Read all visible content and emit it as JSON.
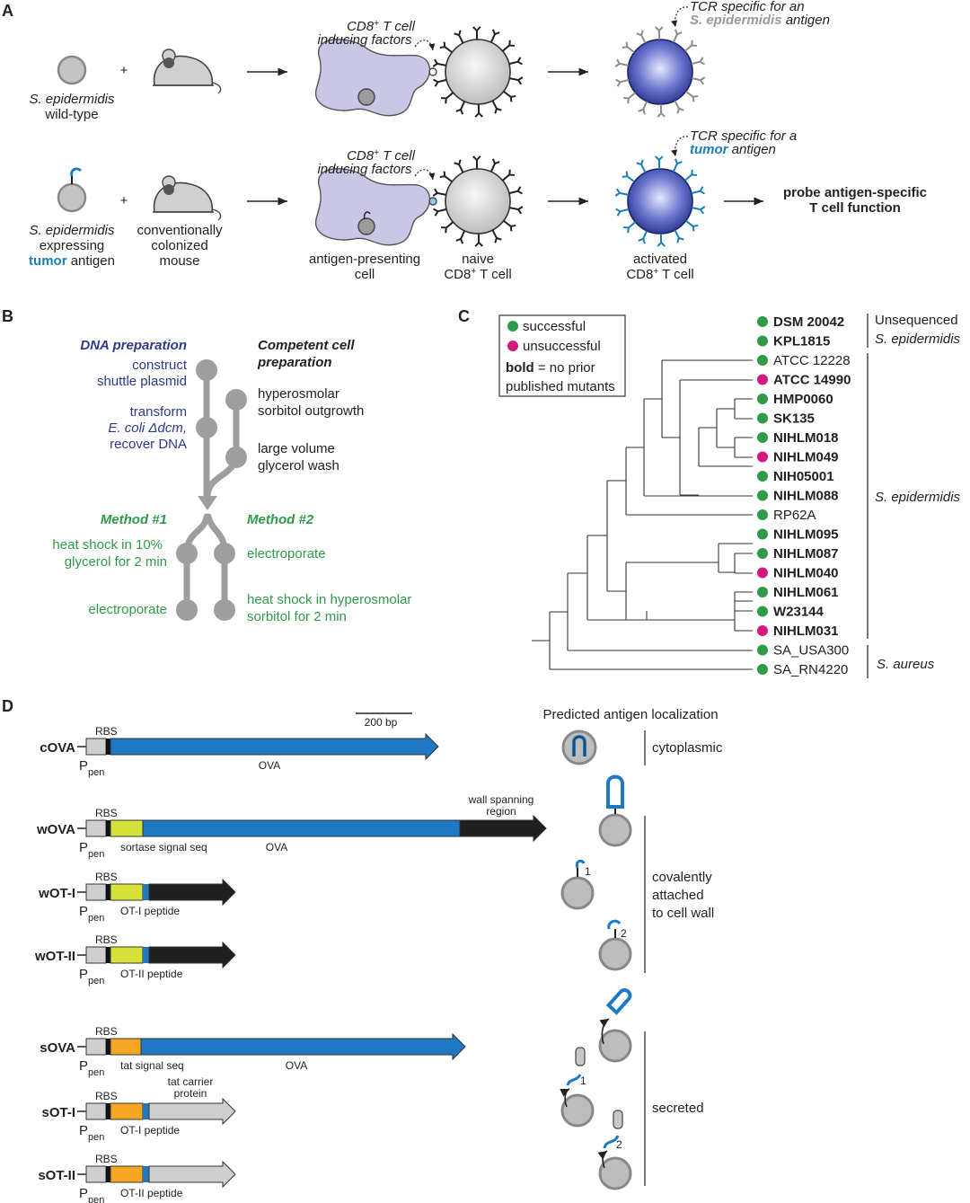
{
  "colors": {
    "tcr_blue": "#1a7fb8",
    "tcell_activated": "#4a56b8",
    "apc_fill": "#c9c6e6",
    "green": "#2f9a4a",
    "magenta": "#d4197e",
    "ova_blue": "#1e78c2",
    "sortase_yellow": "#d4e23a",
    "tat_orange": "#f5a623"
  },
  "panelA": {
    "letter": "A",
    "row1": {
      "bacteria": [
        "S. epidermidis",
        "wild-type"
      ],
      "factors": [
        "CD8",
        " T cell",
        "inducing factors"
      ],
      "tcr": [
        "TCR specific for an",
        "S. epidermidis",
        " antigen"
      ],
      "plus": "+"
    },
    "row2": {
      "bacteria": [
        "S. epidermidis",
        "expressing",
        "tumor",
        " antigen"
      ],
      "mouse": [
        "conventionally",
        "colonized",
        "mouse"
      ],
      "factors": [
        "CD8",
        " T cell",
        "inducing factors"
      ],
      "apc": [
        "antigen-presenting",
        "cell"
      ],
      "naive": [
        "naive",
        "CD8",
        " T cell"
      ],
      "tcr": [
        "TCR specific for a",
        "tumor",
        " antigen"
      ],
      "activated": [
        "activated",
        "CD8",
        " T cell"
      ],
      "probe": [
        "probe antigen-specific",
        "T cell function"
      ],
      "plus": "+"
    }
  },
  "panelB": {
    "letter": "B",
    "dna_title": "DNA preparation",
    "dna_steps": [
      [
        "construct",
        "shuttle plasmid"
      ],
      [
        "transform",
        "E. coli Δdcm,",
        "recover DNA"
      ]
    ],
    "comp_title": [
      "Competent cell",
      "preparation"
    ],
    "comp_steps": [
      [
        "hyperosmolar",
        "sorbitol outgrowth"
      ],
      [
        "large volume",
        "glycerol wash"
      ]
    ],
    "method1_title": "Method #1",
    "method1_steps": [
      [
        "heat shock in 10%",
        "glycerol for 2 min"
      ],
      [
        "electroporate"
      ]
    ],
    "method2_title": "Method #2",
    "method2_steps": [
      [
        "electroporate"
      ],
      [
        "heat shock in hyperosmolar",
        "sorbitol for 2 min"
      ]
    ]
  },
  "panelC": {
    "letter": "C",
    "legend": {
      "successful": "successful",
      "unsuccessful": "unsuccessful",
      "bold_word": "bold",
      "bold_rest": " = no prior",
      "line3": "published mutants"
    },
    "strains": [
      {
        "name": "DSM 20042",
        "status": "successful",
        "bold": true
      },
      {
        "name": "KPL1815",
        "status": "successful",
        "bold": true
      },
      {
        "name": "ATCC 12228",
        "status": "successful",
        "bold": false
      },
      {
        "name": "ATCC 14990",
        "status": "unsuccessful",
        "bold": true
      },
      {
        "name": "HMP0060",
        "status": "successful",
        "bold": true
      },
      {
        "name": "SK135",
        "status": "successful",
        "bold": true
      },
      {
        "name": "NIHLM018",
        "status": "successful",
        "bold": true
      },
      {
        "name": "NIHLM049",
        "status": "unsuccessful",
        "bold": true
      },
      {
        "name": "NIH05001",
        "status": "successful",
        "bold": true
      },
      {
        "name": "NIHLM088",
        "status": "successful",
        "bold": true
      },
      {
        "name": "RP62A",
        "status": "successful",
        "bold": false
      },
      {
        "name": "NIHLM095",
        "status": "successful",
        "bold": true
      },
      {
        "name": "NIHLM087",
        "status": "successful",
        "bold": true
      },
      {
        "name": "NIHLM040",
        "status": "unsuccessful",
        "bold": true
      },
      {
        "name": "NIHLM061",
        "status": "successful",
        "bold": true
      },
      {
        "name": "W23144",
        "status": "successful",
        "bold": true
      },
      {
        "name": "NIHLM031",
        "status": "unsuccessful",
        "bold": true
      },
      {
        "name": "SA_USA300",
        "status": "successful",
        "bold": false
      },
      {
        "name": "SA_RN4220",
        "status": "successful",
        "bold": false
      }
    ],
    "groups": {
      "unseq": [
        "Unsequenced",
        "S. epidermidis"
      ],
      "sepi": "S. epidermidis",
      "saureus": "S. aureus"
    }
  },
  "panelD": {
    "letter": "D",
    "scale": "200 bp",
    "header": "Predicted antigen localization",
    "rbs": "RBS",
    "ppen_main": "P",
    "ppen_sub": "pen",
    "constructs": [
      {
        "name": "cOVA",
        "signal": "",
        "payload": "OVA"
      },
      {
        "name": "wOVA",
        "signal": "sortase signal seq",
        "payload": "OVA",
        "extra": [
          "wall spanning",
          "region"
        ]
      },
      {
        "name": "wOT-I",
        "signal": "OT-I peptide",
        "payload": ""
      },
      {
        "name": "wOT-II",
        "signal": "OT-II peptide",
        "payload": ""
      },
      {
        "name": "sOVA",
        "signal": "tat signal seq",
        "payload": "OVA"
      },
      {
        "name": "sOT-I",
        "signal": "OT-I peptide",
        "payload": "",
        "extra": [
          "tat carrier",
          "protein"
        ]
      },
      {
        "name": "sOT-II",
        "signal": "OT-II peptide",
        "payload": ""
      }
    ],
    "loc": {
      "cytoplasmic": "cytoplasmic",
      "wall": [
        "covalently",
        "attached",
        "to cell wall"
      ],
      "secreted": "secreted",
      "num1": "1",
      "num2": "2"
    }
  }
}
